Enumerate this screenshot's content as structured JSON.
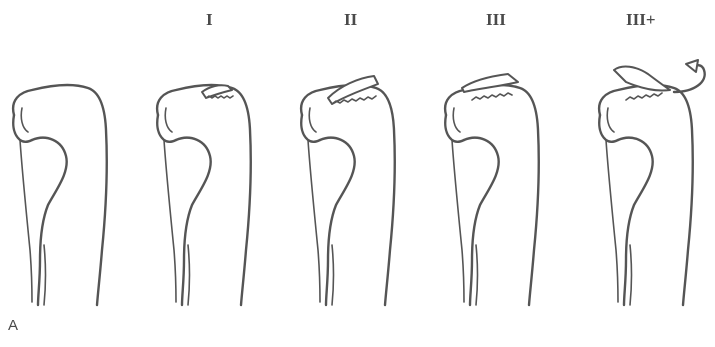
{
  "figure": {
    "panel_label": "A",
    "grades": [
      {
        "label": "",
        "type": "normal"
      },
      {
        "label": "I",
        "type": "grade-1"
      },
      {
        "label": "II",
        "type": "grade-2"
      },
      {
        "label": "III",
        "type": "grade-3"
      },
      {
        "label": "III+",
        "type": "grade-3-plus"
      }
    ],
    "colors": {
      "line": "#555555",
      "text": "#4a4a4a",
      "background": "#ffffff"
    }
  }
}
